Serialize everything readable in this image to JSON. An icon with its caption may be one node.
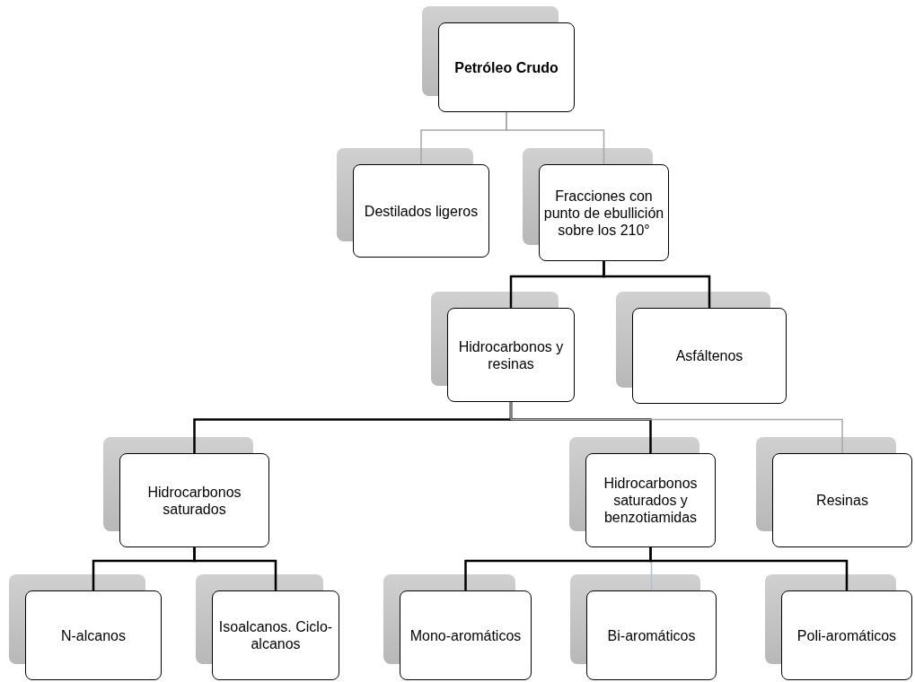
{
  "diagram": {
    "nodes": [
      {
        "text": [
          "Petróleo Crudo"
        ]
      },
      {
        "text": [
          "Destilados ligeros"
        ]
      },
      {
        "text": [
          "Fracciones con punto de ebullición sobre los 210°"
        ]
      },
      {
        "text": [
          "Hidrocarbonos y resinas"
        ]
      },
      {
        "text": [
          "Asfáltenos"
        ]
      },
      {
        "text": [
          "Hidrocarbonos saturados"
        ]
      },
      {
        "text": [
          "Hidrocarbonos saturados y benzotiamidas"
        ]
      },
      {
        "text": [
          "Resinas"
        ]
      },
      {
        "text": [
          "N-alcanos"
        ]
      },
      {
        "text": [
          "Isoalcanos. Ciclo-alcanos"
        ]
      },
      {
        "text": [
          "Mono-aromáticos"
        ]
      },
      {
        "text": [
          "Bi-aromáticos"
        ]
      },
      {
        "text": [
          "Poli-aromáticos"
        ]
      }
    ],
    "edges": [
      {
        "from": 0,
        "to": 1,
        "arrow": "none",
        "color": "#a6a6a6"
      },
      {
        "from": 0,
        "to": 2,
        "arrow": "none",
        "color": "#a6a6a6"
      },
      {
        "from": 2,
        "to": 3,
        "arrow": "none"
      },
      {
        "from": 2,
        "to": 4,
        "arrow": "none"
      },
      {
        "from": 3,
        "to": 5,
        "arrow": "none"
      },
      {
        "from": 3,
        "to": 6,
        "arrow": "none"
      },
      {
        "from": 3,
        "to": 7,
        "arrow": "none",
        "color": "#a6a6a6"
      },
      {
        "from": 5,
        "to": 8,
        "arrow": "none"
      },
      {
        "from": 5,
        "to": 9,
        "arrow": "none"
      },
      {
        "from": 6,
        "to": 10,
        "arrow": "none"
      },
      {
        "from": 6,
        "to": 11,
        "arrow": "none",
        "color": "#9dc3e6"
      },
      {
        "from": 6,
        "to": 12,
        "arrow": "none"
      }
    ]
  }
}
